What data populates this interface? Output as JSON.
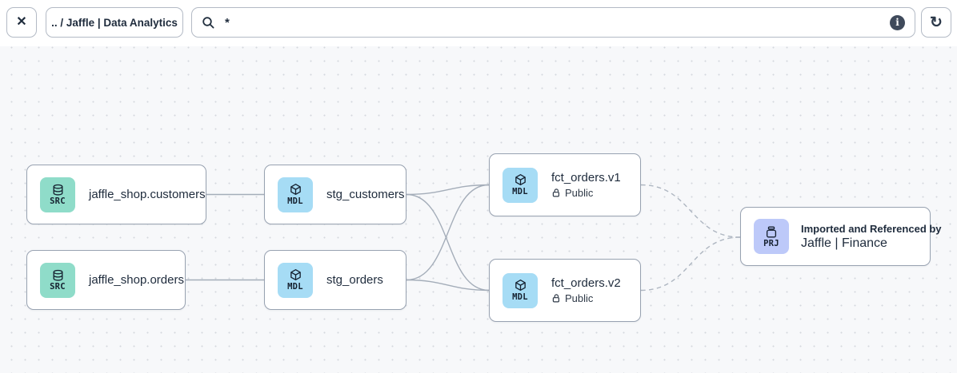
{
  "toolbar": {
    "close_icon": "✕",
    "breadcrumb": ".. / Jaffle | Data Analytics",
    "search": {
      "value": "*",
      "icon": "magnifier-icon"
    },
    "info_icon": "i",
    "refresh_icon": "↻"
  },
  "graph": {
    "nodes": [
      {
        "badge": "SRC",
        "type": "source",
        "title": "jaffle_shop.customers"
      },
      {
        "badge": "SRC",
        "type": "source",
        "title": "jaffle_shop.orders"
      },
      {
        "badge": "MDL",
        "type": "model",
        "title": "stg_customers"
      },
      {
        "badge": "MDL",
        "type": "model",
        "title": "stg_orders"
      },
      {
        "badge": "MDL",
        "type": "model",
        "title": "fct_orders.v1",
        "visibility": "Public"
      },
      {
        "badge": "MDL",
        "type": "model",
        "title": "fct_orders.v2",
        "visibility": "Public"
      },
      {
        "badge": "PRJ",
        "type": "project",
        "label_top": "Imported and Referenced by",
        "title": "Jaffle | Finance"
      }
    ],
    "edges": [
      {
        "from": "jaffle_shop.customers",
        "to": "stg_customers",
        "style": "solid"
      },
      {
        "from": "jaffle_shop.orders",
        "to": "stg_orders",
        "style": "solid"
      },
      {
        "from": "stg_customers",
        "to": "fct_orders.v1",
        "style": "solid"
      },
      {
        "from": "stg_customers",
        "to": "fct_orders.v2",
        "style": "solid"
      },
      {
        "from": "stg_orders",
        "to": "fct_orders.v1",
        "style": "solid"
      },
      {
        "from": "stg_orders",
        "to": "fct_orders.v2",
        "style": "solid"
      },
      {
        "from": "fct_orders.v1",
        "to": "Jaffle | Finance",
        "style": "dashed"
      },
      {
        "from": "fct_orders.v2",
        "to": "Jaffle | Finance",
        "style": "dashed"
      }
    ]
  },
  "colors": {
    "canvas_bg": "#F7F8FA",
    "dot": "#D4D8DE",
    "node_border": "#98A2B1",
    "edge": "#A4ADB9",
    "badge_src": "#8FDCC9",
    "badge_mdl": "#A6DCF5",
    "badge_prj": "#BDC9F9",
    "text": "#1E2B3C",
    "toolbar_border": "#B3BAC5",
    "info_bg": "#3F4A5B"
  }
}
